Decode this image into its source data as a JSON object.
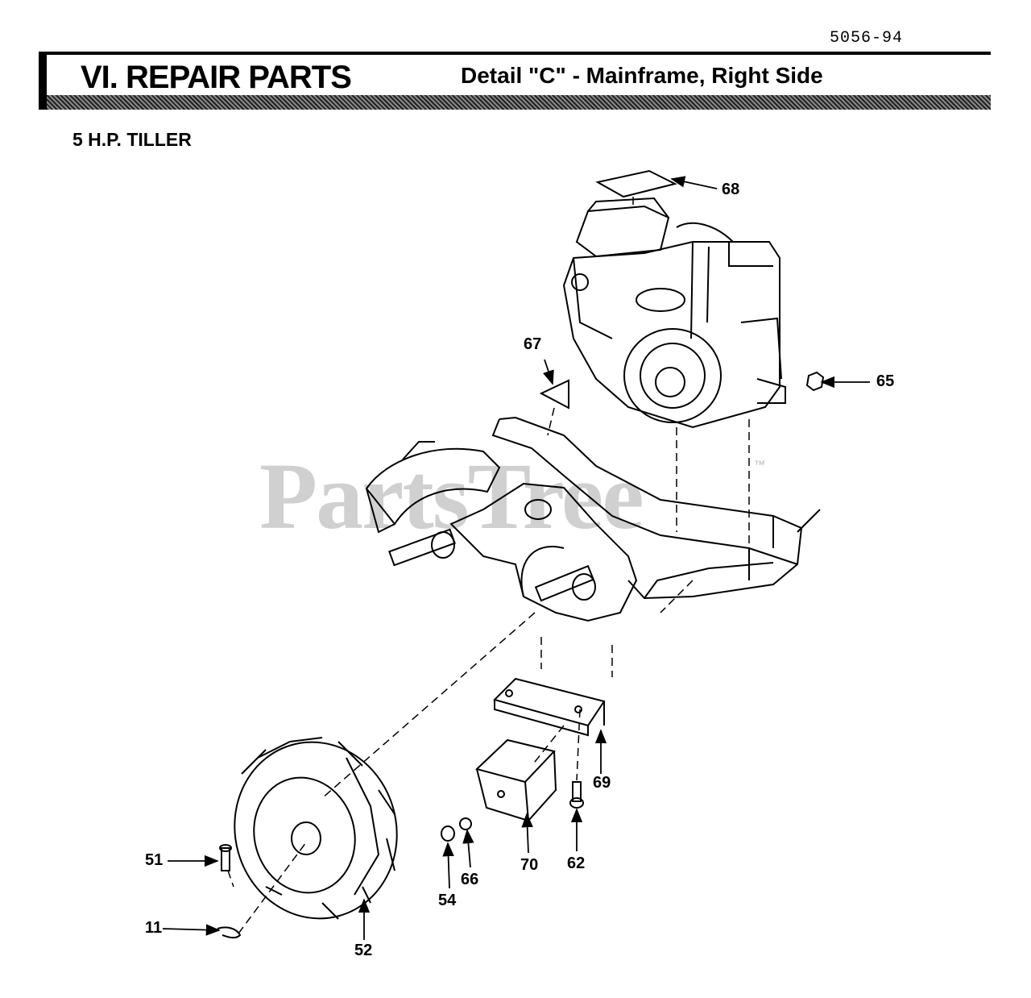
{
  "document": {
    "number": "5056-94",
    "section_title": "VI. REPAIR PARTS",
    "detail_title": "Detail \"C\" - Mainframe, Right Side",
    "model_label": "5 H.P. TILLER",
    "watermark": "PartsTree",
    "watermark_tm": "™"
  },
  "callouts": {
    "p68": "68",
    "p67": "67",
    "p65": "65",
    "p69": "69",
    "p70": "70",
    "p62": "62",
    "p66": "66",
    "p54": "54",
    "p51": "51",
    "p11": "11",
    "p52": "52"
  }
}
